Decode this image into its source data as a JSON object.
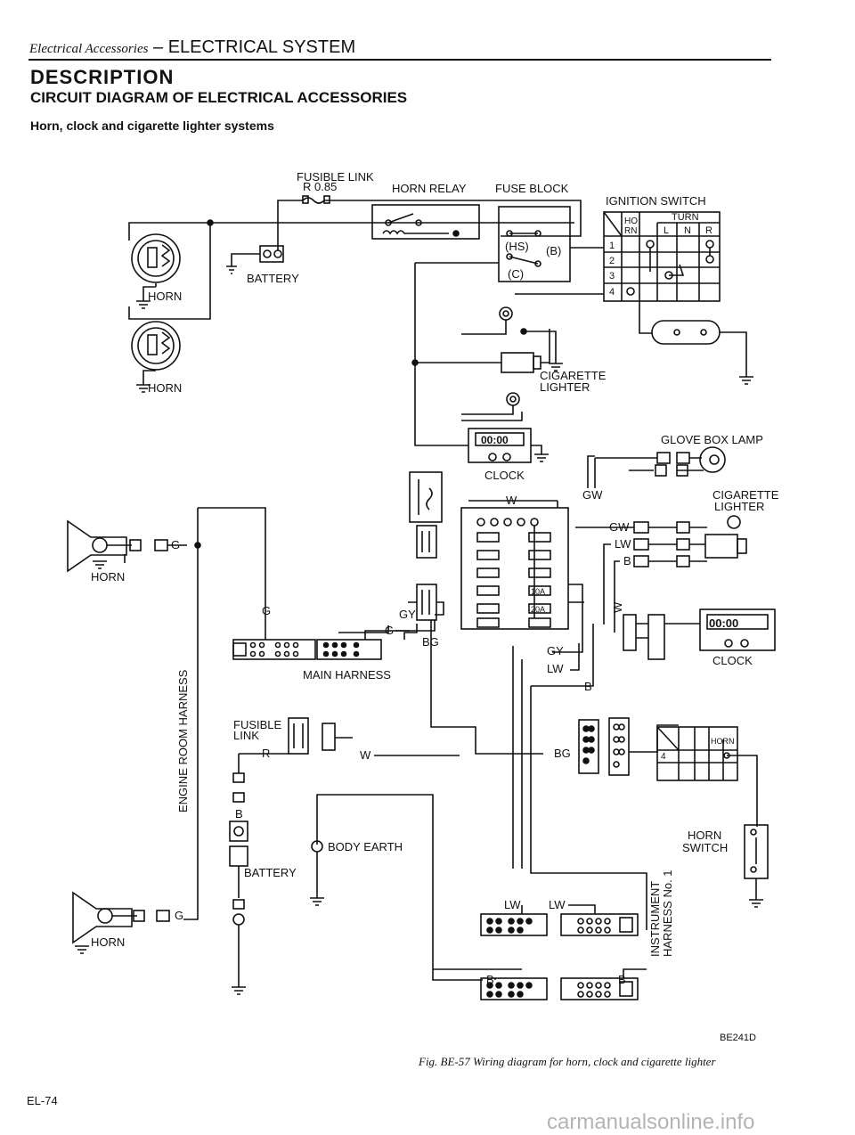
{
  "header": {
    "section": "Electrical Accessories",
    "dash": " – ",
    "title": "ELECTRICAL SYSTEM"
  },
  "heading": "DESCRIPTION",
  "subheading": "CIRCUIT DIAGRAM OF ELECTRICAL ACCESSORIES",
  "subsubheading": "Horn, clock and cigarette lighter systems",
  "labels": {
    "fusible_link": "FUSIBLE LINK",
    "fusible_link_spec": "R 0.85",
    "horn_relay": "HORN RELAY",
    "fuse_block": "FUSE BLOCK",
    "ignition_switch": "IGNITION SWITCH",
    "battery": "BATTERY",
    "horn": "HORN",
    "cigarette": "CIGARETTE",
    "lighter": "LIGHTER",
    "clock": "CLOCK",
    "glove_box_lamp": "GLOVE BOX LAMP",
    "main_harness": "MAIN HARNESS",
    "engine_room_harness": "ENGINE ROOM HARNESS",
    "fusible": "FUSIBLE",
    "link": "LINK",
    "body_earth": "BODY EARTH",
    "horn_switch_1": "HORN",
    "horn_switch_2": "SWITCH",
    "instrument_harness_1": "INSTRUMENT",
    "instrument_harness_2": "HARNESS No. 1",
    "hs": "(HS)",
    "b_term": "(B)",
    "c_term": "(C)",
    "turn": "TURN",
    "ho": "HO",
    "rn": "RN",
    "l": "L",
    "n": "N",
    "r": "R",
    "row1": "1",
    "row2": "2",
    "row3": "3",
    "row4": "4",
    "fuse10": "10A",
    "fuse20": "20A",
    "horn_mini": "HORN",
    "horn_mini_4": "4"
  },
  "wire_codes": {
    "g": "G",
    "gy": "GY",
    "bg": "BG",
    "w": "W",
    "gw": "GW",
    "lw": "LW",
    "b": "B",
    "r": "R"
  },
  "clock_display": "00:00",
  "fig_code": "BE241D",
  "caption": "Fig. BE-57  Wiring diagram for horn, clock and cigarette lighter",
  "page_number": "EL-74",
  "watermark": "carmanualsonline.info"
}
